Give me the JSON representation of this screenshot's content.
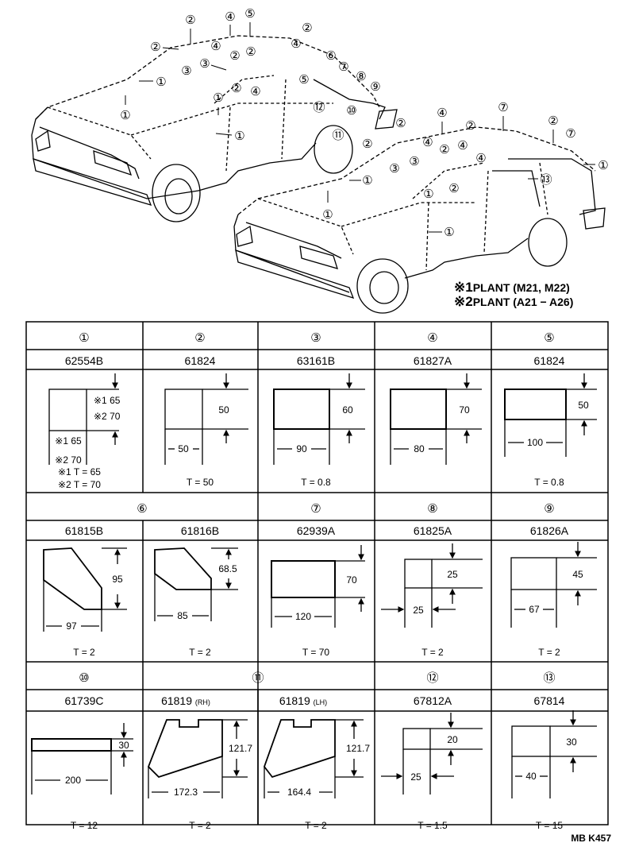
{
  "plant_notes": [
    {
      "mark": "※1",
      "text": "PLANT (M21, M22)"
    },
    {
      "mark": "※2",
      "text": "PLANT (A21 − A26)"
    }
  ],
  "figure_code": "MB K457",
  "callouts": [
    "①",
    "②",
    "③",
    "④",
    "⑤",
    "⑥",
    "⑦",
    "⑧",
    "⑨",
    "⑩",
    "⑪",
    "⑫",
    "⑬"
  ],
  "cells": {
    "c1": {
      "no": "①",
      "part": "62554B",
      "d1": "※1 65",
      "d2": "※2 70",
      "w1": "※1 65",
      "w2": "※2 70",
      "t1": "※1 T = 65",
      "t2": "※2 T = 70"
    },
    "c2": {
      "no": "②",
      "part": "61824",
      "h": "50",
      "w": "50",
      "t": "T = 50"
    },
    "c3": {
      "no": "③",
      "part": "63161B",
      "h": "60",
      "w": "90",
      "t": "T = 0.8"
    },
    "c4": {
      "no": "④",
      "part": "61827A",
      "h": "70",
      "w": "80",
      "t": ""
    },
    "c5": {
      "no": "⑤",
      "part": "61824",
      "h": "50",
      "w": "100",
      "t": "T = 0.8"
    },
    "c6": {
      "no": "⑥",
      "part_a": "61815B",
      "part_b": "61816B",
      "h_a": "95",
      "w_a": "97",
      "t_a": "T = 2",
      "h_b": "68.5",
      "w_b": "85",
      "t_b": "T = 2"
    },
    "c7": {
      "no": "⑦",
      "part": "62939A",
      "h": "70",
      "w": "120",
      "t": "T = 70"
    },
    "c8": {
      "no": "⑧",
      "part": "61825A",
      "h": "25",
      "w": "25",
      "t": "T = 2"
    },
    "c9": {
      "no": "⑨",
      "part": "61826A",
      "h": "45",
      "w": "67",
      "t": "T = 2"
    },
    "c10": {
      "no": "⑩",
      "part": "61739C",
      "h": "30",
      "w": "200",
      "t": "T = 12"
    },
    "c11": {
      "no": "⑪",
      "part_a": "61819",
      "suffix_a": "(RH)",
      "part_b": "61819",
      "suffix_b": "(LH)",
      "h_a": "121.7",
      "w_a": "172.3",
      "t_a": "T = 2",
      "h_b": "121.7",
      "w_b": "164.4",
      "t_b": "T = 2"
    },
    "c12": {
      "no": "⑫",
      "part": "67812A",
      "h": "20",
      "w": "25",
      "t": "T = 1.5"
    },
    "c13": {
      "no": "⑬",
      "part": "67814",
      "h": "30",
      "w": "40",
      "t": "T = 15"
    }
  }
}
